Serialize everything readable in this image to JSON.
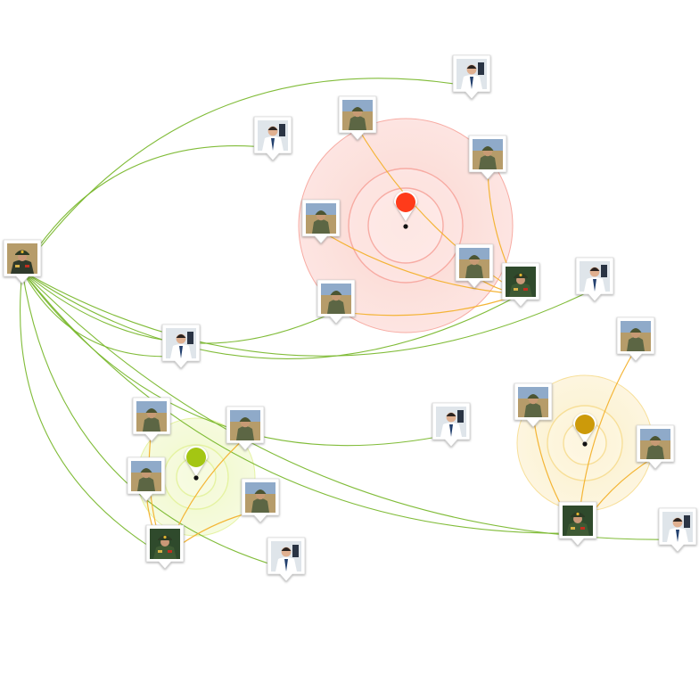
{
  "colors": {
    "link_green": "#7ab82e",
    "link_orange": "#f3b12c",
    "hub_red": "#ff3b1a",
    "hub_lime": "#a4c613",
    "hub_gold": "#cc9a0a",
    "halo_red": "#f7a39a",
    "halo_lime": "#e3f29a",
    "halo_gold": "#f7dc8e"
  },
  "icons": {
    "general": "general-portrait-icon",
    "officer": "officer-portrait-icon",
    "soldier": "soldier-portrait-icon",
    "doctor": "doctor-portrait-icon"
  },
  "clusters": [
    {
      "id": "red",
      "hub": "red"
    },
    {
      "id": "lime",
      "hub": "lime"
    },
    {
      "id": "gold",
      "hub": "gold"
    }
  ],
  "nodes": [
    {
      "id": "general-left",
      "icon": "general"
    },
    {
      "id": "doctor-top",
      "icon": "doctor"
    },
    {
      "id": "doctor-upper",
      "icon": "doctor"
    },
    {
      "id": "soldier-red-1",
      "icon": "soldier"
    },
    {
      "id": "soldier-red-2",
      "icon": "soldier"
    },
    {
      "id": "soldier-red-3",
      "icon": "soldier"
    },
    {
      "id": "soldier-red-4",
      "icon": "soldier"
    },
    {
      "id": "soldier-red-5",
      "icon": "soldier"
    },
    {
      "id": "officer-red",
      "icon": "officer"
    },
    {
      "id": "doctor-right",
      "icon": "doctor"
    },
    {
      "id": "doctor-mid-left",
      "icon": "doctor"
    },
    {
      "id": "soldier-lime-1",
      "icon": "soldier"
    },
    {
      "id": "soldier-lime-2",
      "icon": "soldier"
    },
    {
      "id": "soldier-lime-3",
      "icon": "soldier"
    },
    {
      "id": "soldier-lime-4",
      "icon": "soldier"
    },
    {
      "id": "officer-lime",
      "icon": "officer"
    },
    {
      "id": "doctor-bottom",
      "icon": "doctor"
    },
    {
      "id": "doctor-center",
      "icon": "doctor"
    },
    {
      "id": "soldier-gold-1",
      "icon": "soldier"
    },
    {
      "id": "soldier-gold-2",
      "icon": "soldier"
    },
    {
      "id": "soldier-gold-3",
      "icon": "soldier"
    },
    {
      "id": "officer-gold",
      "icon": "officer"
    },
    {
      "id": "doctor-far-right",
      "icon": "doctor"
    }
  ],
  "links": [
    {
      "from": "general-left",
      "to": "doctor-top",
      "type": "green"
    },
    {
      "from": "general-left",
      "to": "doctor-upper",
      "type": "green"
    },
    {
      "from": "general-left",
      "to": "soldier-red-5",
      "type": "green"
    },
    {
      "from": "general-left",
      "to": "officer-red",
      "type": "green"
    },
    {
      "from": "general-left",
      "to": "doctor-right",
      "type": "green"
    },
    {
      "from": "general-left",
      "to": "doctor-mid-left",
      "type": "green"
    },
    {
      "from": "general-left",
      "to": "doctor-center",
      "type": "green"
    },
    {
      "from": "general-left",
      "to": "officer-gold",
      "type": "green"
    },
    {
      "from": "general-left",
      "to": "officer-lime",
      "type": "green"
    },
    {
      "from": "general-left",
      "to": "doctor-bottom",
      "type": "green"
    },
    {
      "from": "general-left",
      "to": "doctor-far-right",
      "type": "green"
    },
    {
      "from": "soldier-red-1",
      "to": "officer-red",
      "type": "orange"
    },
    {
      "from": "soldier-red-2",
      "to": "officer-red",
      "type": "orange"
    },
    {
      "from": "soldier-red-3",
      "to": "officer-red",
      "type": "orange"
    },
    {
      "from": "soldier-red-4",
      "to": "officer-red",
      "type": "orange"
    },
    {
      "from": "soldier-red-5",
      "to": "officer-red",
      "type": "orange"
    },
    {
      "from": "soldier-lime-1",
      "to": "officer-lime",
      "type": "orange"
    },
    {
      "from": "soldier-lime-2",
      "to": "officer-lime",
      "type": "orange"
    },
    {
      "from": "soldier-lime-3",
      "to": "officer-lime",
      "type": "orange"
    },
    {
      "from": "soldier-lime-4",
      "to": "officer-lime",
      "type": "orange"
    },
    {
      "from": "soldier-gold-1",
      "to": "officer-gold",
      "type": "orange"
    },
    {
      "from": "soldier-gold-2",
      "to": "officer-gold",
      "type": "orange"
    },
    {
      "from": "soldier-gold-3",
      "to": "officer-gold",
      "type": "orange"
    }
  ]
}
